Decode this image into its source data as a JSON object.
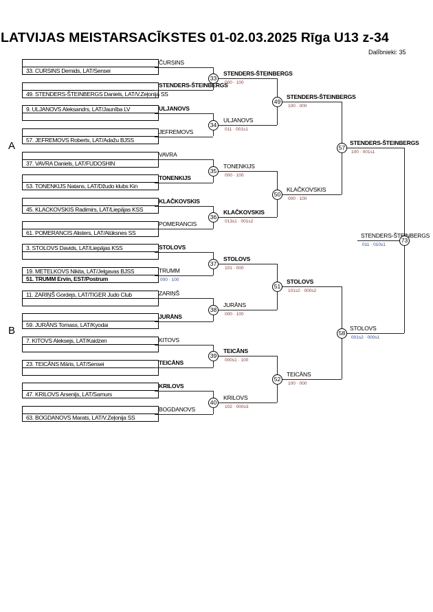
{
  "header": {
    "title": "LATVIJAS MEISTARSACĪKSTES  01-02.03.2025  Rīga   U13 z-34",
    "participants": "Dalībnieki: 35"
  },
  "pools": [
    "A",
    "B"
  ],
  "draw": [
    {
      "top": "",
      "bottom": "33. CURSINS Demids, LAT/Sensei"
    },
    {
      "top": "",
      "bottom": "49. STENDERS-ŠTEINBERGS Daniels, LAT/V.Zeļonija SS"
    },
    {
      "top": "9. ULJANOVS Aleksandrs, LAT/Jaunība LV",
      "bottom": ""
    },
    {
      "top": "",
      "bottom": "57. JEFREMOVS Roberts, LAT/Adažu BJSS"
    },
    {
      "top": "",
      "bottom": "37. VAVRA Daniels, LAT/FUDOSHIN"
    },
    {
      "top": "",
      "bottom": "53. TONENKIJS Natans, LAT/Džudo klubs Kin"
    },
    {
      "top": "",
      "bottom": "45. KLACKOVSKIS Radimirs, LAT/Liepājas KSS"
    },
    {
      "top": "",
      "bottom": "61. POMERANCIS Alisters, LAT/Alūksnes SS"
    },
    {
      "top": "3. STOLOVS Davids, LAT/Liepājas KSS",
      "bottom": ""
    },
    {
      "top": "19. METELKOVS Nikita, LAT/Jelgavas BJSS",
      "bottom": "51. TRUMM Ervin, EST/Postrum",
      "bottom_bold": true
    },
    {
      "top": "11. ZARIŅŠ Gordejs, LAT/TIGER Judo Club",
      "bottom": ""
    },
    {
      "top": "",
      "bottom": "59. JURĀNS Tomass, LAT/Kyodai"
    },
    {
      "top": "7. KITOVS Aleksejs, LAT/Kaidzen",
      "bottom": ""
    },
    {
      "top": "23. TEICĀNS Māris, LAT/Sensei",
      "bottom": ""
    },
    {
      "top": "",
      "bottom": "47. KRILOVS Arsenijs, LAT/Samurs"
    },
    {
      "top": "",
      "bottom": "63. BOGDANOVS Marats, LAT/V.Zeļonija SS"
    }
  ],
  "rounds": [
    {
      "matches": [
        "33",
        "34",
        "35",
        "36",
        "37",
        "38",
        "39",
        "40"
      ],
      "slots": [
        {
          "name": "ČURSINS",
          "bold": false,
          "score": ""
        },
        {
          "name": "STENDERS-ŠTEINBERGS",
          "bold": true,
          "score": ""
        },
        {
          "name": "ULJANOVS",
          "bold": true,
          "score": ""
        },
        {
          "name": "JEFREMOVS",
          "bold": false,
          "score": ""
        },
        {
          "name": "VAVRA",
          "bold": false,
          "score": ""
        },
        {
          "name": "TONENKIJS",
          "bold": true,
          "score": ""
        },
        {
          "name": "KLAČKOVSKIS",
          "bold": true,
          "score": ""
        },
        {
          "name": "POMERANCIS",
          "bold": false,
          "score": ""
        },
        {
          "name": "STOLOVS",
          "bold": true,
          "score": ""
        },
        {
          "name": "TRUMM",
          "bold": false,
          "score": "000 · 100",
          "blue": true
        },
        {
          "name": "ZARIŅŠ",
          "bold": false,
          "score": ""
        },
        {
          "name": "JURĀNS",
          "bold": true,
          "score": ""
        },
        {
          "name": "KITOVS",
          "bold": false,
          "score": ""
        },
        {
          "name": "TEICĀNS",
          "bold": true,
          "score": ""
        },
        {
          "name": "KRILOVS",
          "bold": true,
          "score": ""
        },
        {
          "name": "BOGDANOVS",
          "bold": false,
          "score": ""
        }
      ]
    },
    {
      "matches": [
        "49",
        "50",
        "51",
        "52"
      ],
      "slots": [
        {
          "name": "STENDERS-ŠTEINBERGS",
          "bold": true,
          "score": "000 · 100"
        },
        {
          "name": "ULJANOVS",
          "bold": false,
          "score": "011 · 001s1"
        },
        {
          "name": "TONENKIJS",
          "bold": false,
          "score": "000 · 100"
        },
        {
          "name": "KLAČKOVSKIS",
          "bold": true,
          "score": "013s1 · 001s2"
        },
        {
          "name": "STOLOVS",
          "bold": true,
          "score": "101 · 000"
        },
        {
          "name": "JURĀNS",
          "bold": false,
          "score": "000 · 100"
        },
        {
          "name": "TEICĀNS",
          "bold": true,
          "score": "000s1 · 100"
        },
        {
          "name": "KRILOVS",
          "bold": false,
          "score": "102 · 000s3"
        }
      ]
    },
    {
      "matches": [
        "57",
        "58"
      ],
      "slots": [
        {
          "name": "STENDERS-ŠTEINBERGS",
          "bold": true,
          "score": "100 · 000"
        },
        {
          "name": "KLAČKOVSKIS",
          "bold": false,
          "score": "000 · 100"
        },
        {
          "name": "STOLOVS",
          "bold": true,
          "score": "101s2 · 000s2"
        },
        {
          "name": "TEICĀNS",
          "bold": false,
          "score": "100 · 000"
        }
      ]
    },
    {
      "matches": [
        "73"
      ],
      "slots": [
        {
          "name": "STENDERS-ŠTEINBERGS",
          "bold": true,
          "score": "100 · 001s1"
        },
        {
          "name": "STOLOVS",
          "bold": false,
          "score": "001s2 · 000s1",
          "blue": true
        }
      ]
    }
  ],
  "final": {
    "name": "STENDERS-ŠTEINBERGS",
    "score": "011 · 010s1"
  }
}
